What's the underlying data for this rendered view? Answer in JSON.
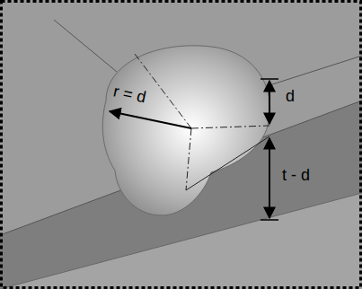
{
  "diagram": {
    "labels": [
      "r = d",
      "d",
      "t - d"
    ]
  }
}
